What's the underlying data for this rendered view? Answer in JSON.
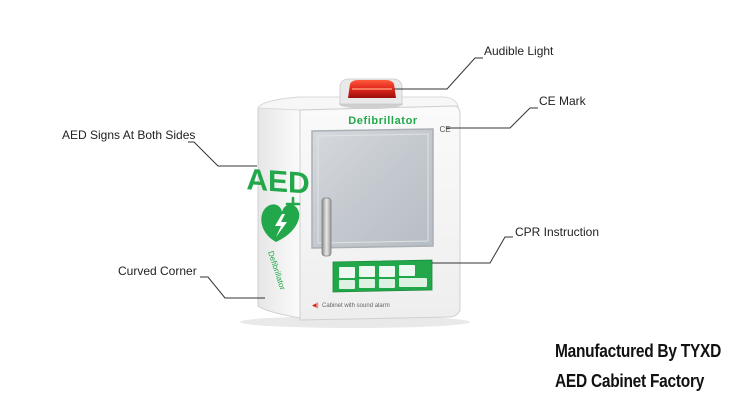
{
  "callouts": {
    "audible_light": "Audible Light",
    "ce_mark": "CE Mark",
    "aed_signs": "AED Signs At Both Sides",
    "cpr_instruction": "CPR Instruction",
    "curved_corner": "Curved Corner"
  },
  "cabinet": {
    "top_label": "Defibrillator",
    "ce_symbol": "CE",
    "side_logo": "AED",
    "side_vertical_text": "Defibrillator",
    "bottom_strip": "Cabinet with sound alarm"
  },
  "footer": {
    "line1": "Manufactured By TYXD",
    "line2": "AED Cabinet Factory"
  },
  "colors": {
    "aed_green": "#22a84a",
    "alarm_red": "#d9221c",
    "cabinet_white": "#f4f4f4",
    "leader_line": "#333333"
  }
}
